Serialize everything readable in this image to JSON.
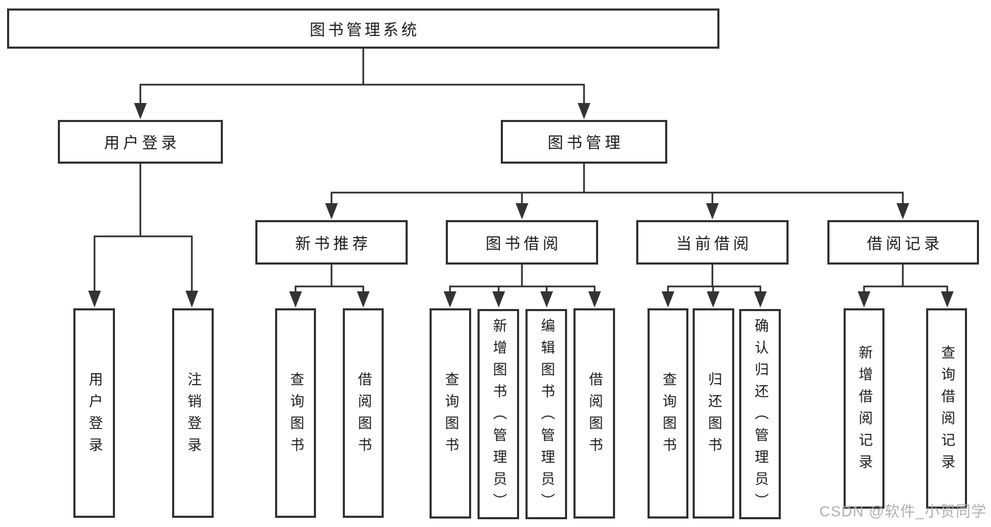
{
  "diagram_title": "图书管理系统",
  "nodes": {
    "root": {
      "label": "图书管理系统"
    },
    "l2": [
      {
        "label": "用户登录"
      },
      {
        "label": "图书管理"
      }
    ],
    "l3": [
      {
        "label": "新书推荐"
      },
      {
        "label": "图书借阅"
      },
      {
        "label": "当前借阅"
      },
      {
        "label": "借阅记录"
      }
    ],
    "leaves": {
      "user_login": [
        {
          "label": "用户登录"
        },
        {
          "label": "注销登录"
        }
      ],
      "new_book": [
        {
          "label": "查询图书"
        },
        {
          "label": "借阅图书"
        }
      ],
      "borrow": [
        {
          "label": "查询图书"
        },
        {
          "label": "新增图书（管理员）"
        },
        {
          "label": "编辑图书（管理员）"
        },
        {
          "label": "借阅图书"
        }
      ],
      "current": [
        {
          "label": "查询图书"
        },
        {
          "label": "归还图书"
        },
        {
          "label": "确认归还（管理员）"
        }
      ],
      "records": [
        {
          "label": "新增借阅记录"
        },
        {
          "label": "查询借阅记录"
        }
      ]
    }
  },
  "watermark": {
    "text": "CSDN @软件_小贺同学"
  },
  "colors": {
    "line": "#333333",
    "box_border": "#333333",
    "box_fill": "#ffffff",
    "text": "#1a1a1a",
    "watermark": "#a8a8a8",
    "background": "#ffffff"
  }
}
